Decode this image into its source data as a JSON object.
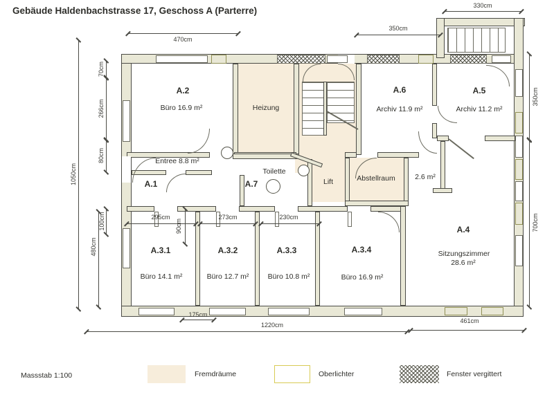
{
  "title": "Gebäude Haldenbachstrasse 17, Geschoss A (Parterre)",
  "colors": {
    "paper": "#ffffff",
    "wall": "#e9e8d6",
    "fremd": "#f7eddb",
    "oberlicht": "#f4e45e",
    "line": "#4a4a45"
  },
  "rooms": {
    "a2": {
      "id": "A.2",
      "use": "Büro 16.9 m²"
    },
    "a6": {
      "id": "A.6",
      "use": "Archiv 11.9 m²"
    },
    "a5": {
      "id": "A.5",
      "use": "Archiv 11.2 m²"
    },
    "a31": {
      "id": "A.3.1",
      "use": "Büro 14.1 m²"
    },
    "a32": {
      "id": "A.3.2",
      "use": "Büro 12.7 m²"
    },
    "a33": {
      "id": "A.3.3",
      "use": "Büro 10.8 m²"
    },
    "a34": {
      "id": "A.3.4",
      "use": "Büro 16.9 m²"
    },
    "a4": {
      "id": "A.4",
      "use": "Sitzungszimmer",
      "area": "28.6 m²"
    },
    "a1": {
      "id": "A.1"
    },
    "a7": {
      "id": "A.7"
    },
    "entree": {
      "label": "Entree 8.8 m²"
    },
    "heizung": {
      "label": "Heizung"
    },
    "toilette": {
      "label": "Toilette"
    },
    "lift": {
      "label": "Lift"
    },
    "abstellraum": {
      "label": "Abstellraum",
      "area": "2.6 m²"
    }
  },
  "dimensions": {
    "top470": "470cm",
    "top350": "350cm",
    "top330": "330cm",
    "left1050": "1050cm",
    "left70": "70cm",
    "left266": "266cm",
    "left80": "80cm",
    "left100": "100cm",
    "left480": "480cm",
    "right350": "350cm",
    "right700": "700cm",
    "room295": "295cm",
    "room273": "273cm",
    "room230": "230cm",
    "door90": "90cm",
    "bottom175": "175cm",
    "bottom1220": "1220cm",
    "bottom461": "461cm"
  },
  "legend": {
    "scale": "Massstab 1:100",
    "fremdraeume": "Fremdräume",
    "oberlichter": "Oberlichter",
    "fenster_vergittert": "Fenster vergittert"
  }
}
